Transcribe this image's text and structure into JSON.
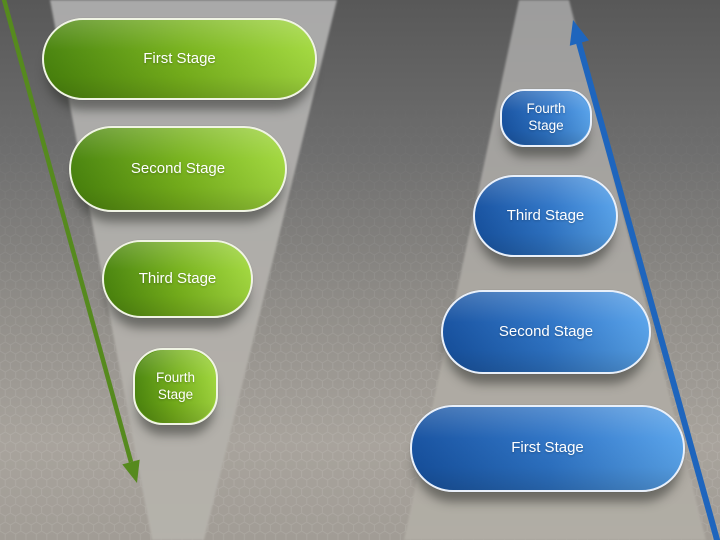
{
  "slide": {
    "description": "Two four-stage process diagrams: descending funnel and ascending pyramid",
    "background": {
      "top_color": "#585858",
      "bottom_color": "#a8a39c",
      "pattern": "honeycomb"
    }
  },
  "funnel_diagram": {
    "shape": "inverted-funnel-wedge",
    "theme_color_dark": "#47820c",
    "theme_color_light": "#a4da40",
    "arrow": {
      "direction": "down",
      "color": "#568a1e"
    },
    "stages": [
      {
        "label": "First Stage"
      },
      {
        "label": "Second Stage"
      },
      {
        "label": "Third Stage"
      },
      {
        "label": "Fourth Stage"
      }
    ]
  },
  "pyramid_diagram": {
    "shape": "ascending-pyramid-wedge",
    "theme_color_dark": "#15509f",
    "theme_color_light": "#5aa5ec",
    "arrow": {
      "direction": "up",
      "color": "#1e65bd"
    },
    "stages": [
      {
        "label": "Fourth Stage"
      },
      {
        "label": "Third Stage"
      },
      {
        "label": "Second Stage"
      },
      {
        "label": "First Stage"
      }
    ]
  }
}
